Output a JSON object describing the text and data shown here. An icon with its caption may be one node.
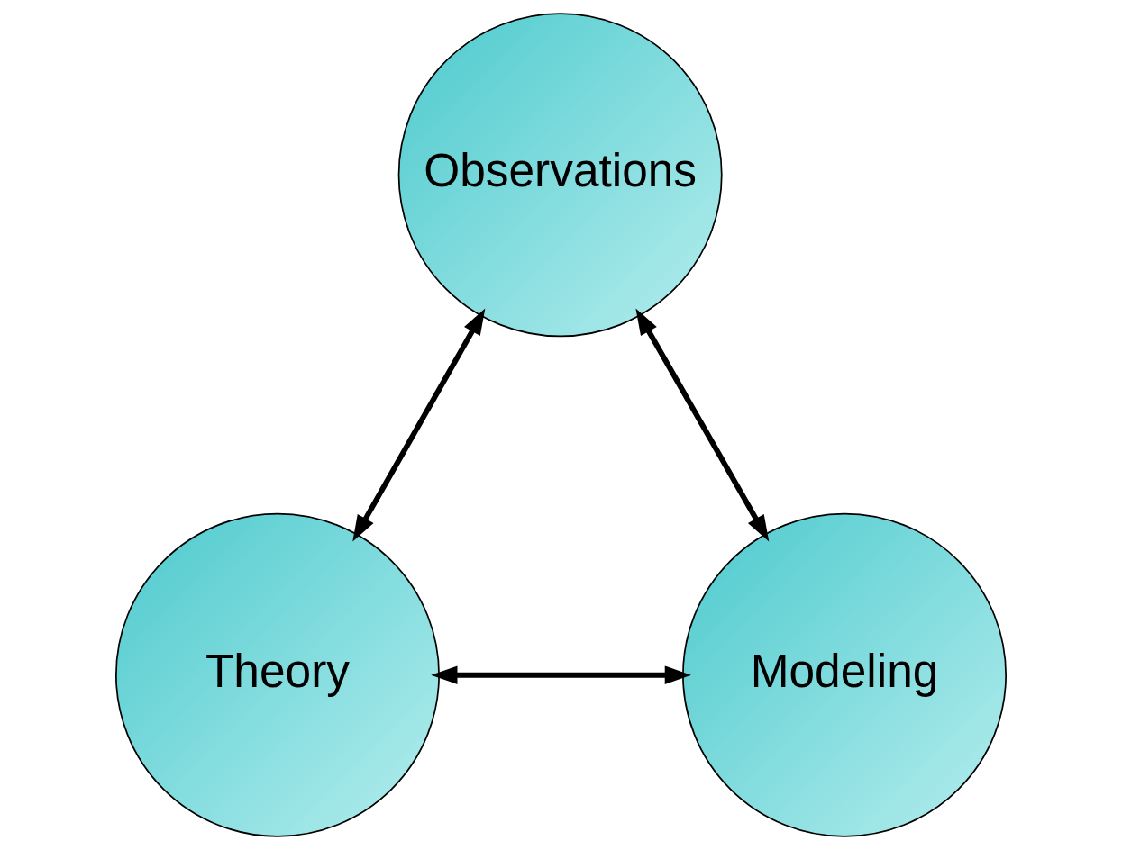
{
  "diagram": {
    "nodes": [
      {
        "text": [
          "Observations"
        ]
      },
      {
        "text": [
          "Theory"
        ]
      },
      {
        "text": [
          "Modeling"
        ]
      }
    ],
    "edges": [
      {
        "from": 1,
        "to": 0,
        "arrow": "both"
      },
      {
        "from": 2,
        "to": 0,
        "arrow": "both"
      },
      {
        "from": 1,
        "to": 2,
        "arrow": "both"
      }
    ]
  }
}
